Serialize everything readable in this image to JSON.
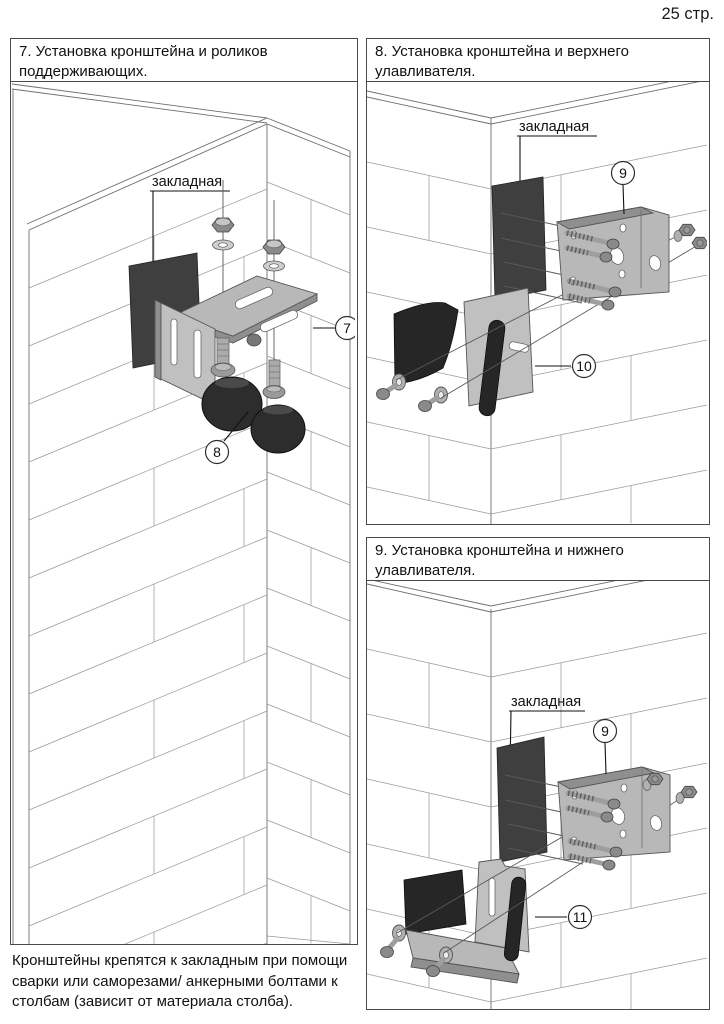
{
  "page": {
    "number": "25 стр."
  },
  "panels": [
    {
      "title": "7. Установка кронштейна и роликов поддерживающих.",
      "embed_label": "закладная",
      "callouts": [
        "7",
        "8"
      ]
    },
    {
      "title": "8. Установка кронштейна и верхнего улавливателя.",
      "embed_label": "закладная",
      "callouts": [
        "9",
        "10"
      ]
    },
    {
      "title": "9. Установка кронштейна и нижнего улавливателя.",
      "embed_label": "закладная",
      "callouts": [
        "9",
        "11"
      ]
    }
  ],
  "footer": {
    "note": "Кронштейны крепятся к закладным при помощи сварки или саморезами/ анкерными болтами к столбам (зависит от материала столба)."
  },
  "colors": {
    "ink": "#111111",
    "wall_line": "#9a9a9a",
    "embed_plate": "#3f3f3f",
    "steel": "#b8b8b8",
    "rubber": "#262626"
  }
}
